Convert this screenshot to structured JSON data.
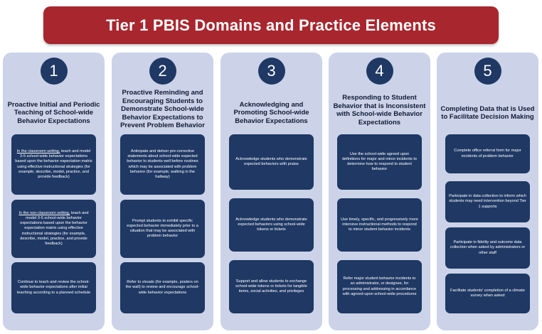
{
  "title": "Tier 1 PBIS Domains and Practice Elements",
  "columns": [
    {
      "number": "1",
      "heading": "Proactive Initial and Periodic Teaching of School-wide Behavior Expectations",
      "items": [
        {
          "lead": "In the classroom setting,",
          "text": " teach and model 3-5 school-wide behavior expectations based upon the behavior expectation matrix using effective instructional strategies (for example, describe, model, practice, and provide feedback)"
        },
        {
          "lead": "In the non-classroom setting,",
          "text": " teach and model 3-5 school-wide behavior expectations based upon the behavior expectation matrix using effective instructional strategies (for example, describe, model, practice, and provide feedback)"
        },
        {
          "lead": "",
          "text": "Continue to teach and review the school-wide behavior expectations after initial teaching according to a planned schedule"
        }
      ]
    },
    {
      "number": "2",
      "heading": "Proactive Reminding and Encouraging Students to Demonstrate School-wide Behavior Expectations to Prevent Problem Behavior",
      "items": [
        {
          "lead": "",
          "text": "Anticipate and deliver pre-corrective statements about school-wide expected behavior to students well before routines which may be associated with problem behavior (for example, walking in the hallway)"
        },
        {
          "lead": "",
          "text": "Prompt students to exhibit specific expected behavior immediately prior to a situation that may be associated with problem behavior"
        },
        {
          "lead": "",
          "text": "Refer to visuals (for example, posters on the wall) to review and encourage school-wide behavior expectations"
        }
      ]
    },
    {
      "number": "3",
      "heading": "Acknowledging and Promoting School-wide Behavior Expectations",
      "items": [
        {
          "lead": "",
          "text": "Acknowledge students who demonstrate expected behaviors with praise"
        },
        {
          "lead": "",
          "text": "Acknowledge students who demonstrate expected behaviors using school-wide tokens or tickets"
        },
        {
          "lead": "",
          "text": "Support and allow students to exchange school-wide tokens or tickets for tangible items, social activities, and privileges"
        }
      ]
    },
    {
      "number": "4",
      "heading": "Responding to Student Behavior that is Inconsistent with School-wide Behavior Expectations",
      "items": [
        {
          "lead": "",
          "text": "Use the school-wide agreed upon definitions for major and minor incidents to determine how to respond to student behavior"
        },
        {
          "lead": "",
          "text": "Use timely, specific, and progressively more intensive instructional methods to respond to minor student behavior incidents"
        },
        {
          "lead": "",
          "text": "Refer major student behavior incidents to an administrator, or designee, for processing and addressing in accordance with agreed-upon school-wide procedures"
        }
      ]
    },
    {
      "number": "5",
      "heading": "Completing Data that is Used to Facilitate Decision Making",
      "items": [
        {
          "lead": "",
          "text": "Complete office referral form for major incidents of problem behavior"
        },
        {
          "lead": "",
          "text": "Participate in data collection to inform which students may need intervention beyond Tier 1 supports"
        },
        {
          "lead": "",
          "text": "Participate in fidelity and outcome data collection when asked by administrators or other staff"
        },
        {
          "lead": "",
          "text": "Facilitate students' completion of a climate survey when asked"
        }
      ]
    }
  ]
}
